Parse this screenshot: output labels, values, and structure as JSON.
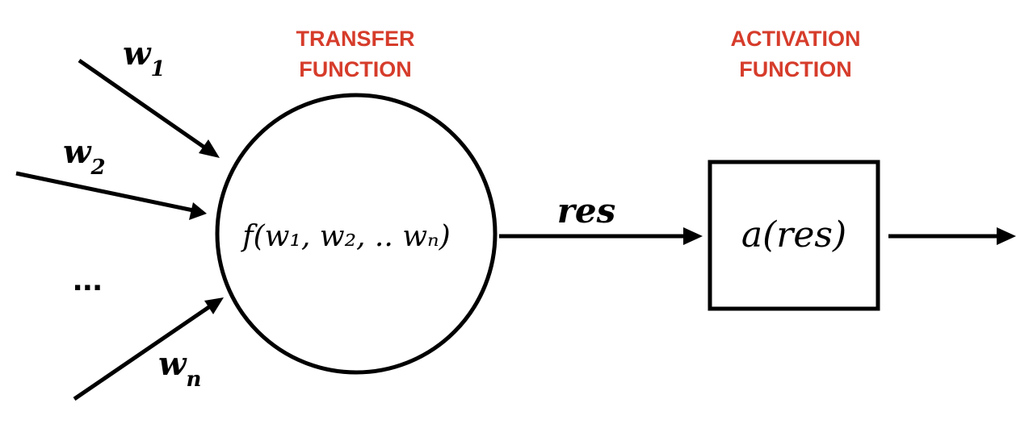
{
  "transfer": {
    "line1": "TRANSFER",
    "line2": "FUNCTION",
    "formula": "f(w₁, w₂, .. wₙ)"
  },
  "activation": {
    "line1": "ACTIVATION",
    "line2": "FUNCTION",
    "formula": "a(res)"
  },
  "inputs": [
    {
      "main": "w",
      "sub": "1"
    },
    {
      "main": "w",
      "sub": "2"
    },
    {
      "main": "w",
      "sub": "n"
    }
  ],
  "ellipsis": "...",
  "res_label": "res",
  "colors": {
    "heading": "#d63c2b",
    "ink": "#000000"
  }
}
